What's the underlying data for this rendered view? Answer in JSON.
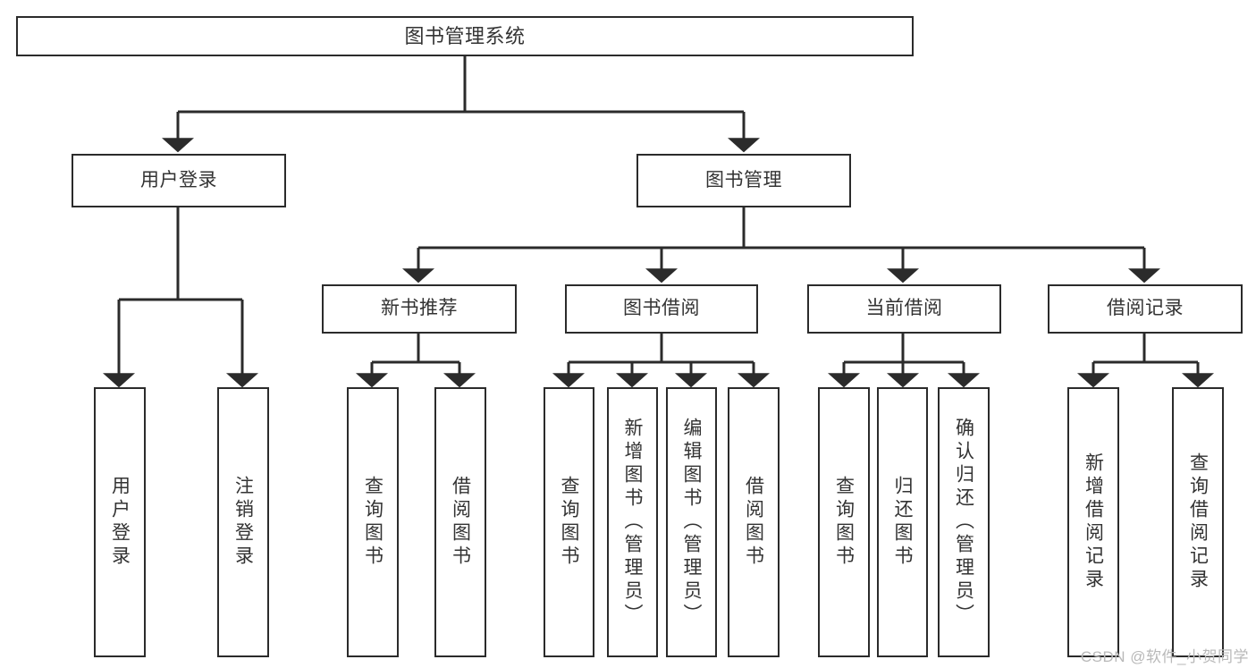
{
  "diagram": {
    "type": "tree-hierarchy-diagram",
    "title": "图书管理系统",
    "watermark": "CSDN @软件_小贺同学",
    "colors": {
      "box_border": "#2b2b2b",
      "box_fill": "#ffffff",
      "connector": "#2b2b2b",
      "text": "#333333",
      "watermark": "#b9b9b9"
    },
    "root": {
      "label": "图书管理系统"
    },
    "level2": [
      {
        "label": "用户登录"
      },
      {
        "label": "图书管理"
      }
    ],
    "level3": [
      {
        "label": "新书推荐"
      },
      {
        "label": "图书借阅"
      },
      {
        "label": "当前借阅"
      },
      {
        "label": "借阅记录"
      }
    ],
    "leaves": {
      "user_login": [
        {
          "label": "用户登录"
        },
        {
          "label": "注销登录"
        }
      ],
      "new_book": [
        {
          "label": "查询图书"
        },
        {
          "label": "借阅图书"
        }
      ],
      "book_borrow": [
        {
          "label": "查询图书"
        },
        {
          "label": "新增图书（管理员）"
        },
        {
          "label": "编辑图书（管理员）"
        },
        {
          "label": "借阅图书"
        }
      ],
      "current_borrow": [
        {
          "label": "查询图书"
        },
        {
          "label": "归还图书"
        },
        {
          "label": "确认归还（管理员）"
        }
      ],
      "borrow_record": [
        {
          "label": "新增借阅记录"
        },
        {
          "label": "查询借阅记录"
        }
      ]
    }
  }
}
